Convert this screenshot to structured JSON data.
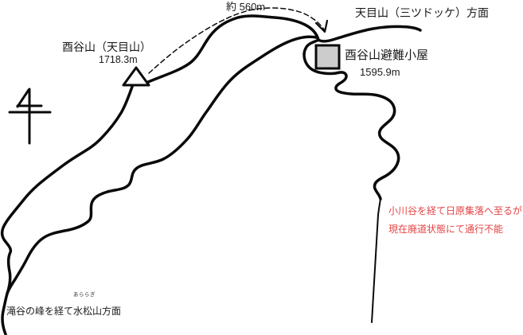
{
  "map": {
    "shortcut_label": "約 560m",
    "top_right_direction": "天目山（三ツドッケ）方面",
    "peak": {
      "name": "酉谷山（天目山）",
      "elevation": "1718.3m"
    },
    "hut": {
      "name": "酉谷山避難小屋",
      "elevation": "1595.9m"
    },
    "warning": {
      "line1": "小川谷を経て日原集落へ至るが",
      "line2": "現在廃道状態にて通行不能"
    },
    "bottom_direction": {
      "text": "滝谷の峰を経て水松山方面",
      "furigana": "あららぎ"
    },
    "icons": {
      "north_arrow": "north-arrow-icon",
      "mountain_peak": "triangle-peak-icon",
      "hut": "hut-square-icon",
      "shortcut_arrow": "dashed-arrow-icon"
    },
    "colors": {
      "trail": "#0a0a0a",
      "hut_fill": "#cccccc",
      "warning_red": "#e54444",
      "background": "#ffffff"
    }
  }
}
